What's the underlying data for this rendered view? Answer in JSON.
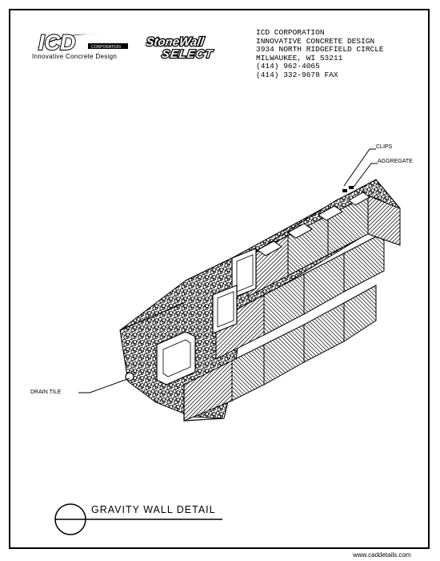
{
  "header": {
    "company_logo": "ICD",
    "logo_subtext": "CORPORATION",
    "tagline": "Innovative Concrete Design",
    "product_logo_line1": "StoneWall",
    "product_logo_line2": "SELECT",
    "address": [
      "ICD CORPORATION",
      "INNOVATIVE CONCRETE DESIGN",
      "3934 NORTH RIDGEFIELD CIRCLE",
      "MILWAUKEE, WI  53211",
      "(414) 962-4065",
      "(414) 332-9678 FAX"
    ]
  },
  "callouts": {
    "clips": "CLIPS",
    "aggregate": "AGGREGATE",
    "drain_tile": "DRAIN TILE"
  },
  "footer": {
    "title": "GRAVITY WALL DETAIL",
    "website": "www.caddetails.com"
  }
}
